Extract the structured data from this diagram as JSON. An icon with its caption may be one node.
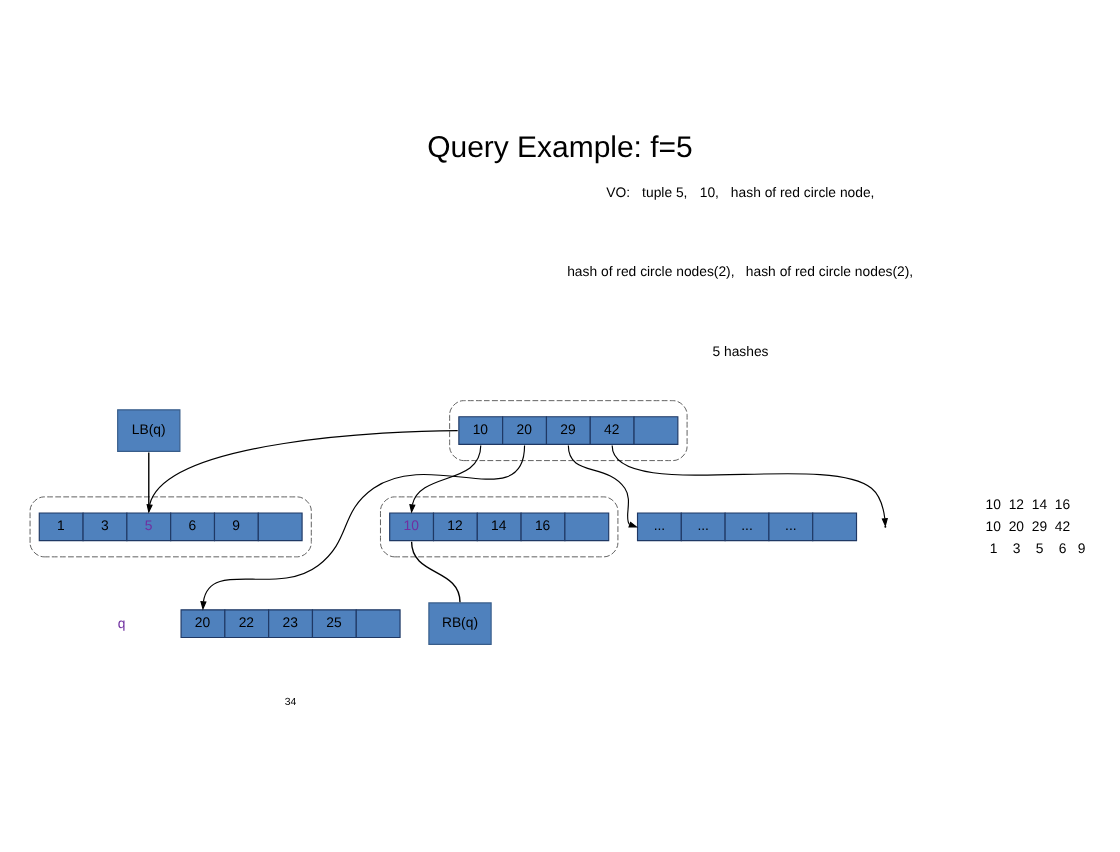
{
  "diagram": {
    "title": "Query Example: f=5",
    "nodes": [
      {
        "text": [],
        "shape": "ellipse"
      },
      {
        "text": [
          "10",
          "20",
          "29",
          "42"
        ],
        "in": 0
      },
      {
        "text": [
          "LB(q)"
        ]
      },
      {
        "text": [],
        "shape": "ellipse"
      },
      {
        "text": [
          "1",
          "3",
          "5",
          "6",
          "9"
        ],
        "in": 3
      },
      {
        "text": [],
        "shape": "ellipse"
      },
      {
        "text": [
          "10",
          "12",
          "14",
          "16"
        ],
        "in": 5
      },
      {
        "text": [
          "RB(q)"
        ]
      },
      {
        "text": [
          "20",
          "22",
          "23",
          "25"
        ]
      },
      {
        "text": [
          "...",
          "...",
          "...",
          "..."
        ]
      }
    ],
    "edges": [
      {
        "from": 1,
        "to": 4,
        "arrow": "to"
      },
      {
        "from": 1,
        "to": 6,
        "arrow": "to"
      },
      {
        "from": 1,
        "to": 8,
        "arrow": "to"
      },
      {
        "from": 1,
        "to": 9,
        "arrow": "to"
      },
      {
        "from": 1,
        "to": null,
        "arrow": "to"
      },
      {
        "from": 2,
        "to": 4,
        "arrow": "none"
      },
      {
        "from": 7,
        "to": 6,
        "arrow": "none"
      }
    ],
    "labels": [
      "VO:",
      "tuple 5,",
      "10,",
      "hash of red circle node,",
      "hash of red circle nodes(2),",
      "hash of red circle nodes(2),",
      "5 hashes",
      "q",
      "10",
      "12",
      "14",
      "16",
      "10",
      "20",
      "29",
      "42",
      "1",
      "3",
      "5",
      "6",
      "9",
      "34"
    ]
  }
}
